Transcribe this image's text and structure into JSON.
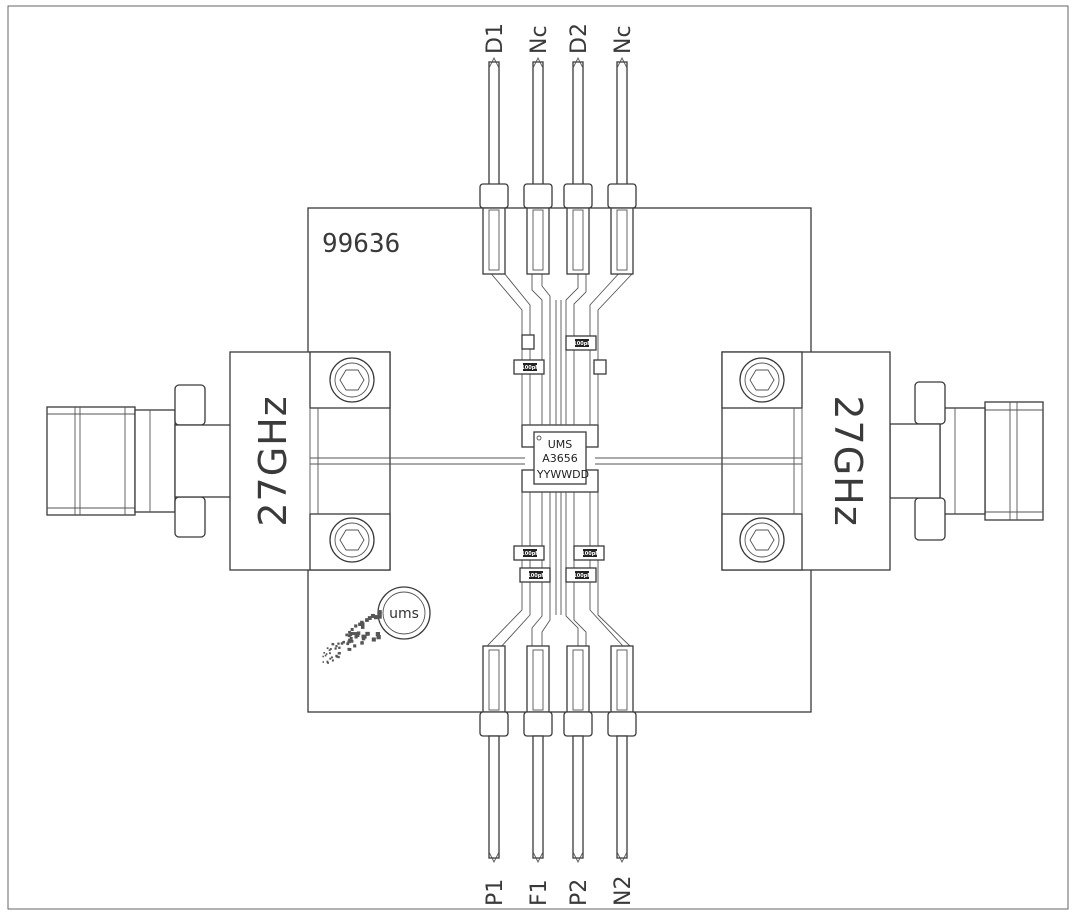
{
  "board": {
    "id": "99636"
  },
  "connectors": {
    "left_label": "27GHz",
    "right_label": "27GHz"
  },
  "chip": {
    "maker": "UMS",
    "part": "A3656",
    "date_code": "YYWWDD"
  },
  "pins": {
    "top": [
      "D1",
      "Nc",
      "D2",
      "Nc"
    ],
    "bottom": [
      "P1",
      "F1",
      "P2",
      "N2"
    ]
  },
  "capacitor_label": "100pF",
  "logo": {
    "text": "ums"
  }
}
